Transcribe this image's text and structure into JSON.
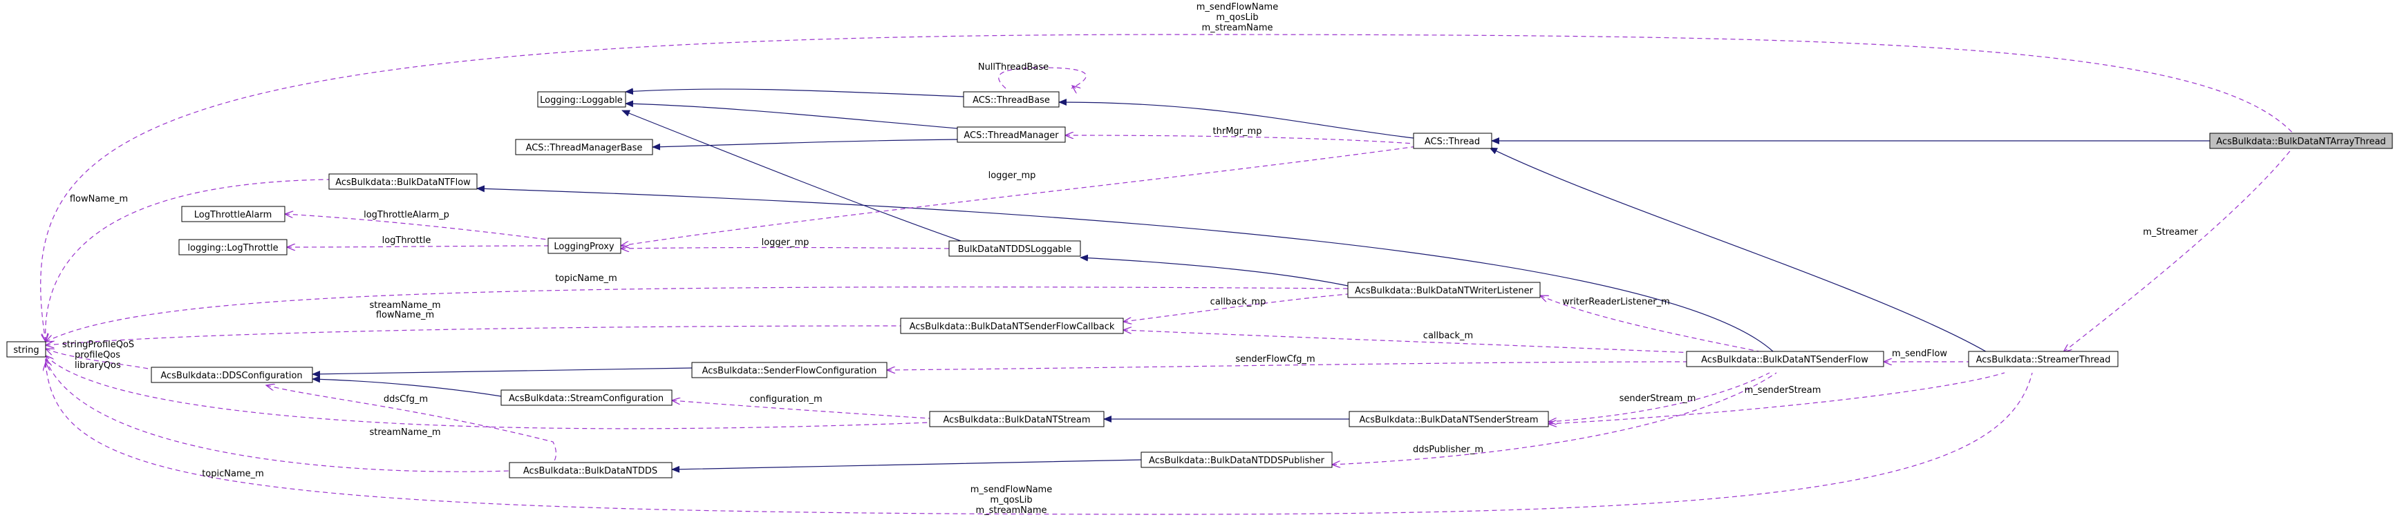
{
  "nodes": {
    "array_thread": "AcsBulkdata::BulkDataNTArrayThread",
    "string": "string",
    "loggable": "Logging::Loggable",
    "threadbase": "ACS::ThreadBase",
    "threadmgrbase": "ACS::ThreadManagerBase",
    "threadmgr": "ACS::ThreadManager",
    "thread": "ACS::Thread",
    "ntflow": "AcsBulkdata::BulkDataNTFlow",
    "lta": "LogThrottleAlarm",
    "lt": "logging::LogThrottle",
    "logproxy": "LoggingProxy",
    "ddsloggable": "BulkDataNTDDSLoggable",
    "writerlistener": "AcsBulkdata::BulkDataNTWriterListener",
    "sfcallback": "AcsBulkdata::BulkDataNTSenderFlowCallback",
    "ddsconfig": "AcsBulkdata::DDSConfiguration",
    "sfconfig": "AcsBulkdata::SenderFlowConfiguration",
    "senderflow": "AcsBulkdata::BulkDataNTSenderFlow",
    "streamerthread": "AcsBulkdata::StreamerThread",
    "streamconfig": "AcsBulkdata::StreamConfiguration",
    "ntstream": "AcsBulkdata::BulkDataNTStream",
    "senderstream": "AcsBulkdata::BulkDataNTSenderStream",
    "ntdds": "AcsBulkdata::BulkDataNTDDS",
    "ddspublisher": "AcsBulkdata::BulkDataNTDDSPublisher"
  },
  "labels": {
    "top1": "m_sendFlowName",
    "top2": "m_qosLib",
    "top3": "m_streamName",
    "nullthreadbase": "NullThreadBase",
    "thrmgr": "thrMgr_mp",
    "logger1": "logger_mp",
    "logger2": "logger_mp",
    "flowname": "flowName_m",
    "ltalarm": "logThrottleAlarm_p",
    "logthrottle": "logThrottle",
    "topicname1": "topicName_m",
    "streamname1": "streamName_m",
    "flowname2": "flowName_m",
    "callback_mp": "callback_mp",
    "callback_m": "callback_m",
    "writerlistener": "writerReaderListener_m",
    "sp1": "stringProfileQoS",
    "sp2": "profileQos",
    "sp3": "libraryQos",
    "senderflowcfg": "senderFlowCfg_m",
    "sendflow": "m_sendFlow",
    "streamer": "m_Streamer",
    "ddscfg": "ddsCfg_m",
    "configuration": "configuration_m",
    "senderstream_m": "senderStream_m",
    "msenderstream": "m_senderStream",
    "streamname2": "streamName_m",
    "ddspublisher_m": "ddsPublisher_m",
    "topicname2": "topicName_m",
    "bot1": "m_sendFlowName",
    "bot2": "m_qosLib",
    "bot3": "m_streamName"
  },
  "colors": {
    "inheritance": "#191970",
    "usage": "#9a32cd",
    "focus_fill": "#bfbfbf"
  }
}
